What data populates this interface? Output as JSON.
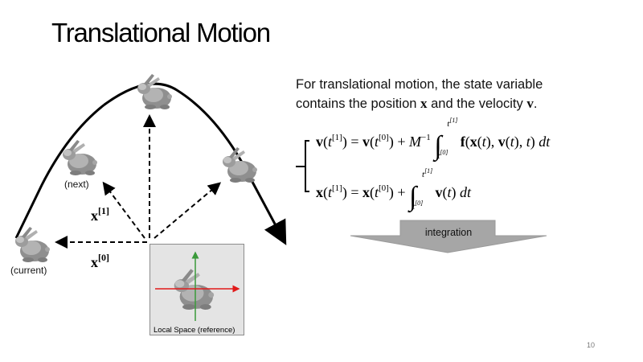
{
  "slide": {
    "title": "Translational Motion",
    "page_number": "10"
  },
  "diagram": {
    "label_next": "(next)",
    "label_current": "(current)",
    "label_x1_base": "x",
    "label_x1_sup": "[1]",
    "label_x0_base": "x",
    "label_x0_sup": "[0]",
    "reference_label": "Local Space (reference)",
    "axis_x_color": "#e11a1a",
    "axis_y_color": "#3a9a3a"
  },
  "description": {
    "line1": "For translational motion, the state variable",
    "line2_prefix": "contains the position ",
    "position_symbol": "x",
    "line2_middle": " and the velocity ",
    "velocity_symbol": "v",
    "line2_suffix": "."
  },
  "equations": {
    "eq1": "v(t[1]) = v(t[0]) + M−1 ∫t[0]t[1] f(x(t), v(t), t) dt",
    "eq2": "x(t[1]) = x(t[0]) + ∫t[0]t[1] v(t) dt"
  },
  "integration": {
    "label": "integration",
    "fill_color": "#a6a6a6"
  }
}
